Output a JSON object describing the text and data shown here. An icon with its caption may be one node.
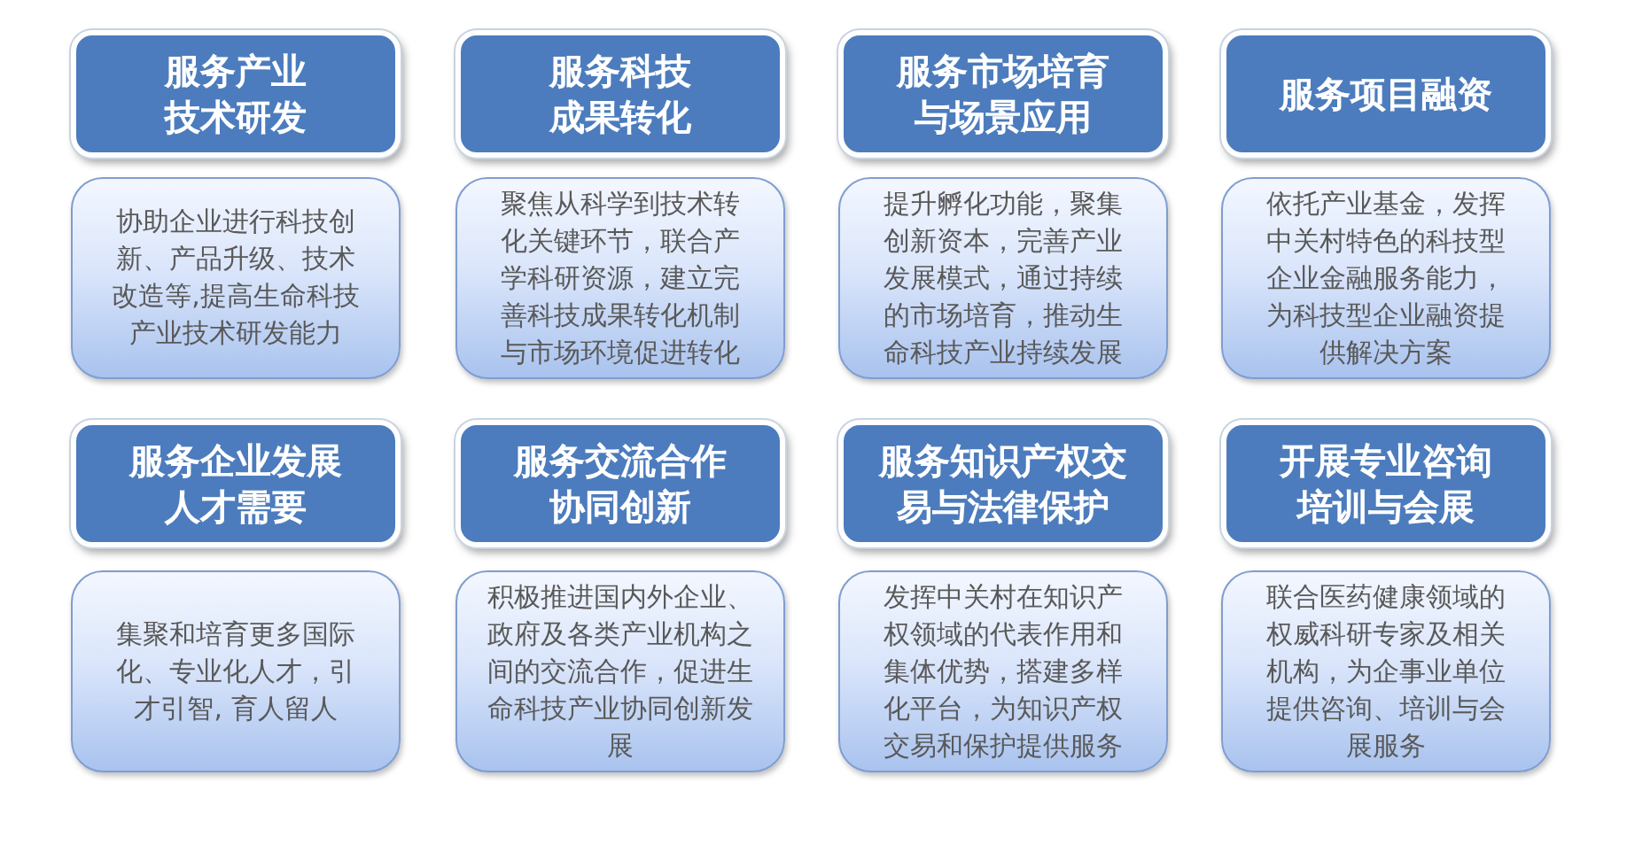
{
  "diagram": {
    "nodes": [
      {
        "text": [
          "服务产业技术研发"
        ]
      },
      {
        "text": [
          "服务科技成果转化"
        ]
      },
      {
        "text": [
          "服务市场培育与场景应用"
        ]
      },
      {
        "text": [
          "服务项目融资"
        ]
      },
      {
        "text": [
          "协助企业进行科技创新、产品升级、技术改造等,提高生命科技产业技术研发能力"
        ]
      },
      {
        "text": [
          "聚焦从科学到技术转化关键环节，联合产学科研资源，建立完善科技成果转化机制与市场环境促进转化"
        ]
      },
      {
        "text": [
          "提升孵化功能，聚集创新资本，完善产业发展模式，通过持续的市场培育，推动生命科技产业持续发展"
        ]
      },
      {
        "text": [
          "依托产业基金，发挥中关村特色的科技型企业金融服务能力，为科技型企业融资提供解决方案"
        ]
      },
      {
        "text": [
          "服务企业发展人才需要"
        ]
      },
      {
        "text": [
          "服务交流合作协同创新"
        ]
      },
      {
        "text": [
          "服务知识产权交易与法律保护"
        ]
      },
      {
        "text": [
          "开展专业咨询培训与会展"
        ]
      },
      {
        "text": [
          "集聚和培育更多国际化、专业化人才，引才引智, 育人留人"
        ]
      },
      {
        "text": [
          "积极推进国内外企业、政府及各类产业机构之间的交流合作，促进生命科技产业协同创新发展"
        ]
      },
      {
        "text": [
          "发挥中关村在知识产权领域的代表作用和集体优势，搭建多样化平台，为知识产权交易和保护提供服务"
        ]
      },
      {
        "text": [
          "联合医药健康领域的权威科研专家及相关机构，为企事业单位提供咨询、培训与会展服务"
        ]
      }
    ]
  }
}
